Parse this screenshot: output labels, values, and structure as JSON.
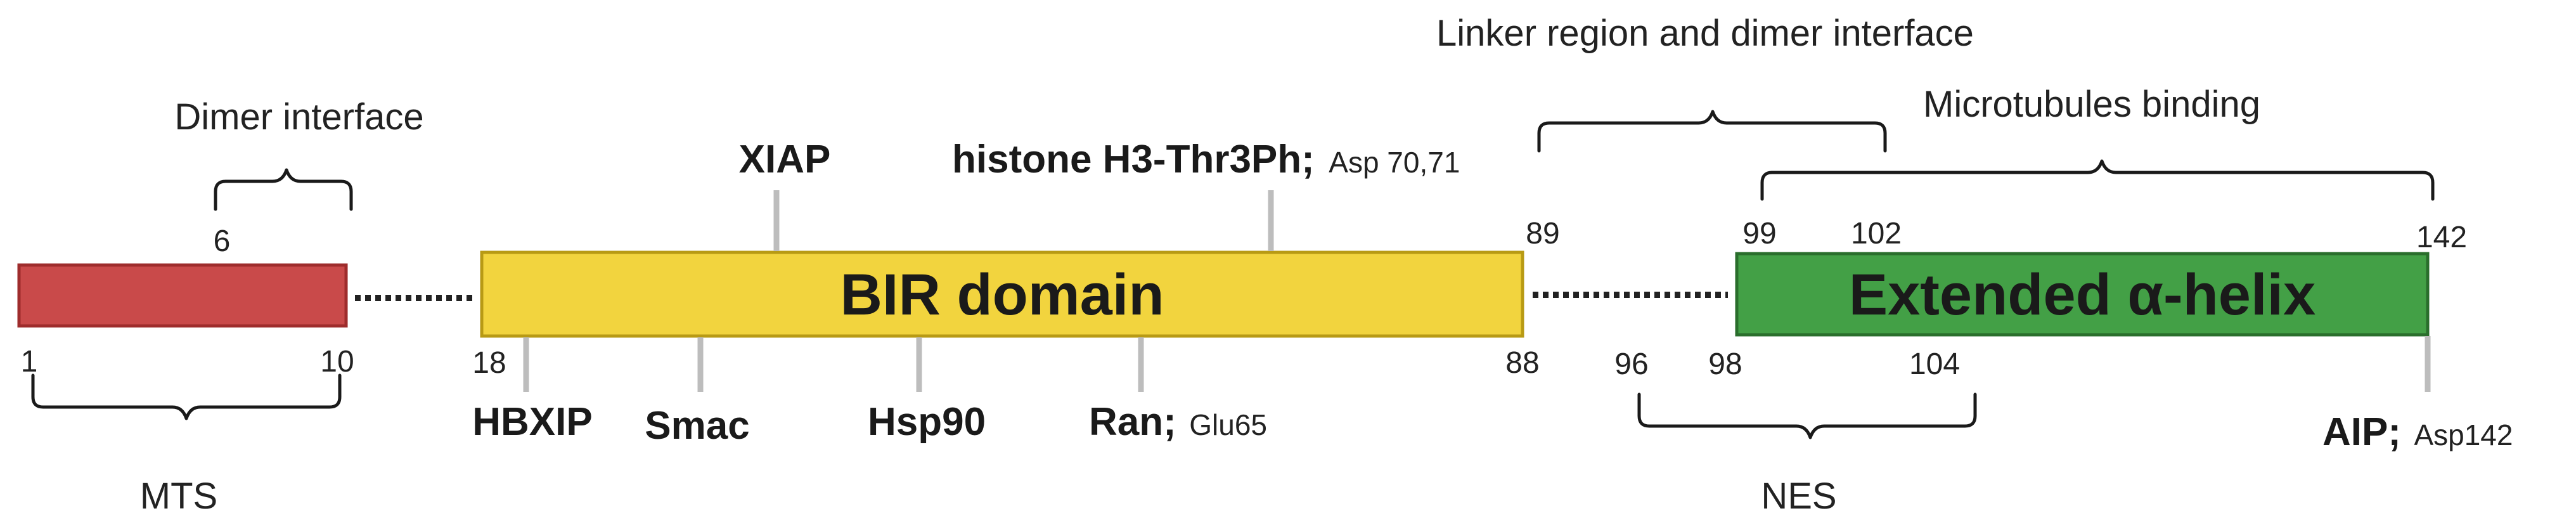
{
  "colors": {
    "mts": "#c94a4a",
    "mts_border": "#9e2c2c",
    "bir": "#f2d43e",
    "bir_border": "#b89a14",
    "helix": "#43a046",
    "helix_border": "#2a6e2c",
    "tick": "#bdbdbd",
    "text": "#1a1a1a"
  },
  "domains": {
    "bir": "BIR domain",
    "helix": "Extended α-helix"
  },
  "positions": {
    "p1": "1",
    "p6": "6",
    "p10": "10",
    "p18": "18",
    "p88": "88",
    "p89": "89",
    "p96": "96",
    "p98": "98",
    "p99": "99",
    "p102": "102",
    "p104": "104",
    "p142": "142"
  },
  "regions": {
    "dimer_interface": "Dimer interface",
    "mts": "MTS",
    "linker": "Linker region and dimer interface",
    "microtubules": "Microtubules binding",
    "nes": "NES"
  },
  "binders": {
    "xiap": "XIAP",
    "histone": "histone H3-Thr3Ph;",
    "histone_residue": "Asp 70,71",
    "hbxip": "HBXIP",
    "smac": "Smac",
    "hsp90": "Hsp90",
    "ran": "Ran;",
    "ran_residue": "Glu65",
    "aip": "AIP;",
    "aip_residue": "Asp142"
  }
}
